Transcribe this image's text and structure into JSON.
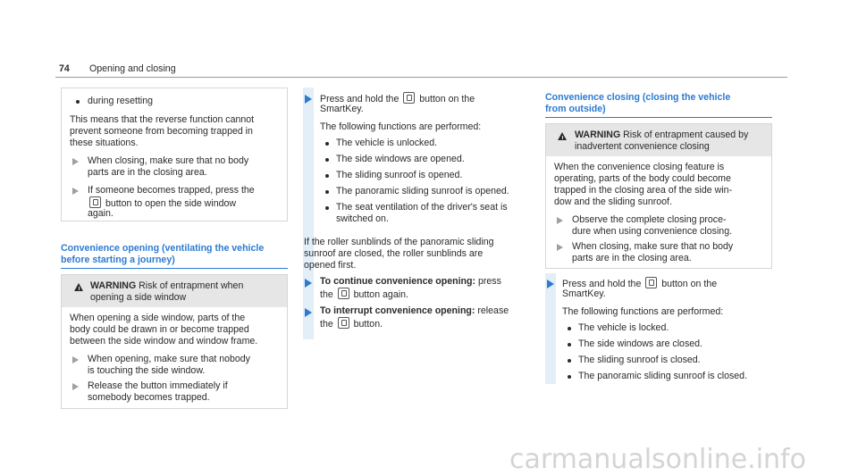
{
  "header": {
    "page_number": "74",
    "section": "Opening and closing"
  },
  "col1": {
    "top_bullet": "during resetting",
    "para1": [
      "This means that the reverse function cannot",
      "prevent someone from becoming trapped in",
      "these situations."
    ],
    "step1": [
      "When closing, make sure that no body",
      "parts are in the closing area."
    ],
    "step2_a": "If someone becomes trapped, press the",
    "step2_b": "button to open the side window",
    "step2_c": "again.",
    "heading": [
      "Convenience opening (ventilating the vehicle",
      "before starting a journey)"
    ],
    "warning_label": "WARNING",
    "warning_text": [
      "Risk of entrapment when",
      "opening a side window"
    ],
    "warning_body": [
      "When opening a side window, parts of the",
      "body could be drawn in or become trapped",
      "between the side window and window frame."
    ],
    "w_step1": [
      "When opening, make sure that nobody",
      "is touching the side window."
    ],
    "w_step2": [
      "Release the button immediately if",
      "somebody becomes trapped."
    ]
  },
  "col2": {
    "step1_a": "Press and hold the",
    "step1_b": "button on the",
    "step1_c": "SmartKey.",
    "performed": "The following functions are performed:",
    "bullets": [
      "The vehicle is unlocked.",
      "The side windows are opened.",
      "The sliding sunroof is opened.",
      "The panoramic sliding sunroof is opened.",
      "The seat ventilation of the driver's seat is",
      "switched on."
    ],
    "para": [
      "If the roller sunblinds of the panoramic sliding",
      "sunroof are closed, the roller sunblinds are",
      "opened first."
    ],
    "cont_bold": "To continue convenience opening:",
    "cont_rest": "press",
    "cont_b": "the",
    "cont_c": "button again.",
    "int_bold": "To interrupt convenience opening:",
    "int_rest": "release",
    "int_b": "the",
    "int_c": "button."
  },
  "col3": {
    "heading": [
      "Convenience closing (closing the vehicle",
      "from outside)"
    ],
    "warning_label": "WARNING",
    "warning_text": [
      "Risk of entrapment caused by",
      "inadvertent convenience closing"
    ],
    "warning_body": [
      "When the convenience closing feature is",
      "operating, parts of the body could become",
      "trapped in the closing area of the side win-",
      "dow and the sliding sunroof."
    ],
    "w_step1": [
      "Observe the complete closing proce-",
      "dure when using convenience closing."
    ],
    "w_step2": [
      "When closing, make sure that no body",
      "parts are in the closing area."
    ],
    "step_a": "Press and hold the",
    "step_b": "button on the",
    "step_c": "SmartKey.",
    "performed": "The following functions are performed:",
    "bullets": [
      "The vehicle is locked.",
      "The side windows are closed.",
      "The sliding sunroof is closed.",
      "The panoramic sliding sunroof is closed."
    ]
  },
  "watermark": "carmanualsonline.info"
}
